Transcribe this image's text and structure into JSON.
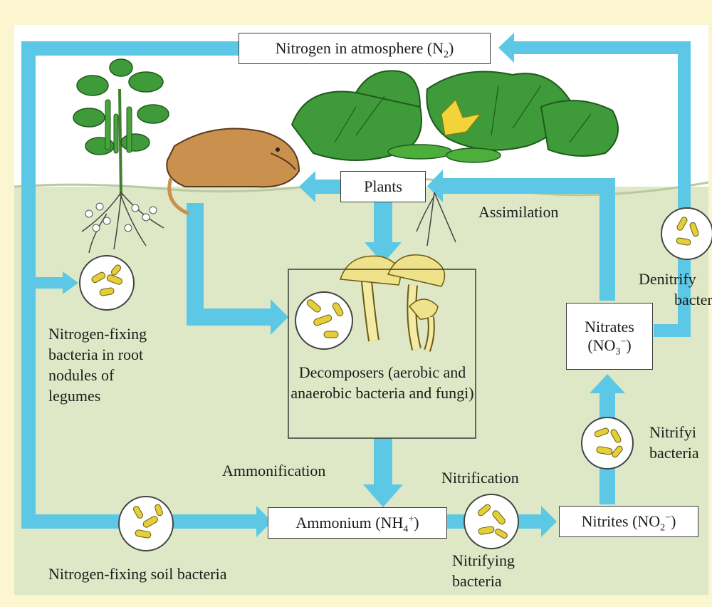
{
  "colors": {
    "frame": "#fbf6cf",
    "sky": "#ffffff",
    "soil": "#dfe8c6",
    "arrow": "#5cc8e6",
    "leaf": "#3f9a3a",
    "mushroom": "#efe28a",
    "mole": "#c9904e"
  },
  "boxes": {
    "atmosphere": {
      "text": "Nitrogen in atmosphere (N",
      "sub": "2",
      "tail": ")"
    },
    "plants": "Plants",
    "decomposers": "Decomposers (aerobic and anaerobic bacteria and fungi)",
    "ammonium": {
      "text": "Ammonium (NH",
      "sub": "4",
      "sup": "+",
      "tail": ")"
    },
    "nitrites": {
      "text": "Nitrites (NO",
      "sub": "2",
      "sup": "−",
      "tail": ")"
    },
    "nitrates": {
      "line1": "Nitrates",
      "text": "(NO",
      "sub": "3",
      "sup": "−",
      "tail": ")"
    }
  },
  "labels": {
    "assimilation": "Assimilation",
    "ammonification": "Ammonification",
    "nitrification": "Nitrification",
    "root_bacteria": [
      "Nitrogen-fixing",
      "bacteria in root",
      "nodules of",
      "legumes"
    ],
    "soil_bacteria": "Nitrogen-fixing soil bacteria",
    "nitrifying_bottom": [
      "Nitrifying",
      "bacteria"
    ],
    "nitrifying_right": [
      "Nitrifyi",
      "bacteria"
    ],
    "denitrifying": [
      "Denitrify",
      "bacter"
    ]
  },
  "icons": [
    "bacteria-icon",
    "mushroom-icon",
    "mole-icon",
    "legume-plant-icon",
    "squash-plant-icon"
  ]
}
